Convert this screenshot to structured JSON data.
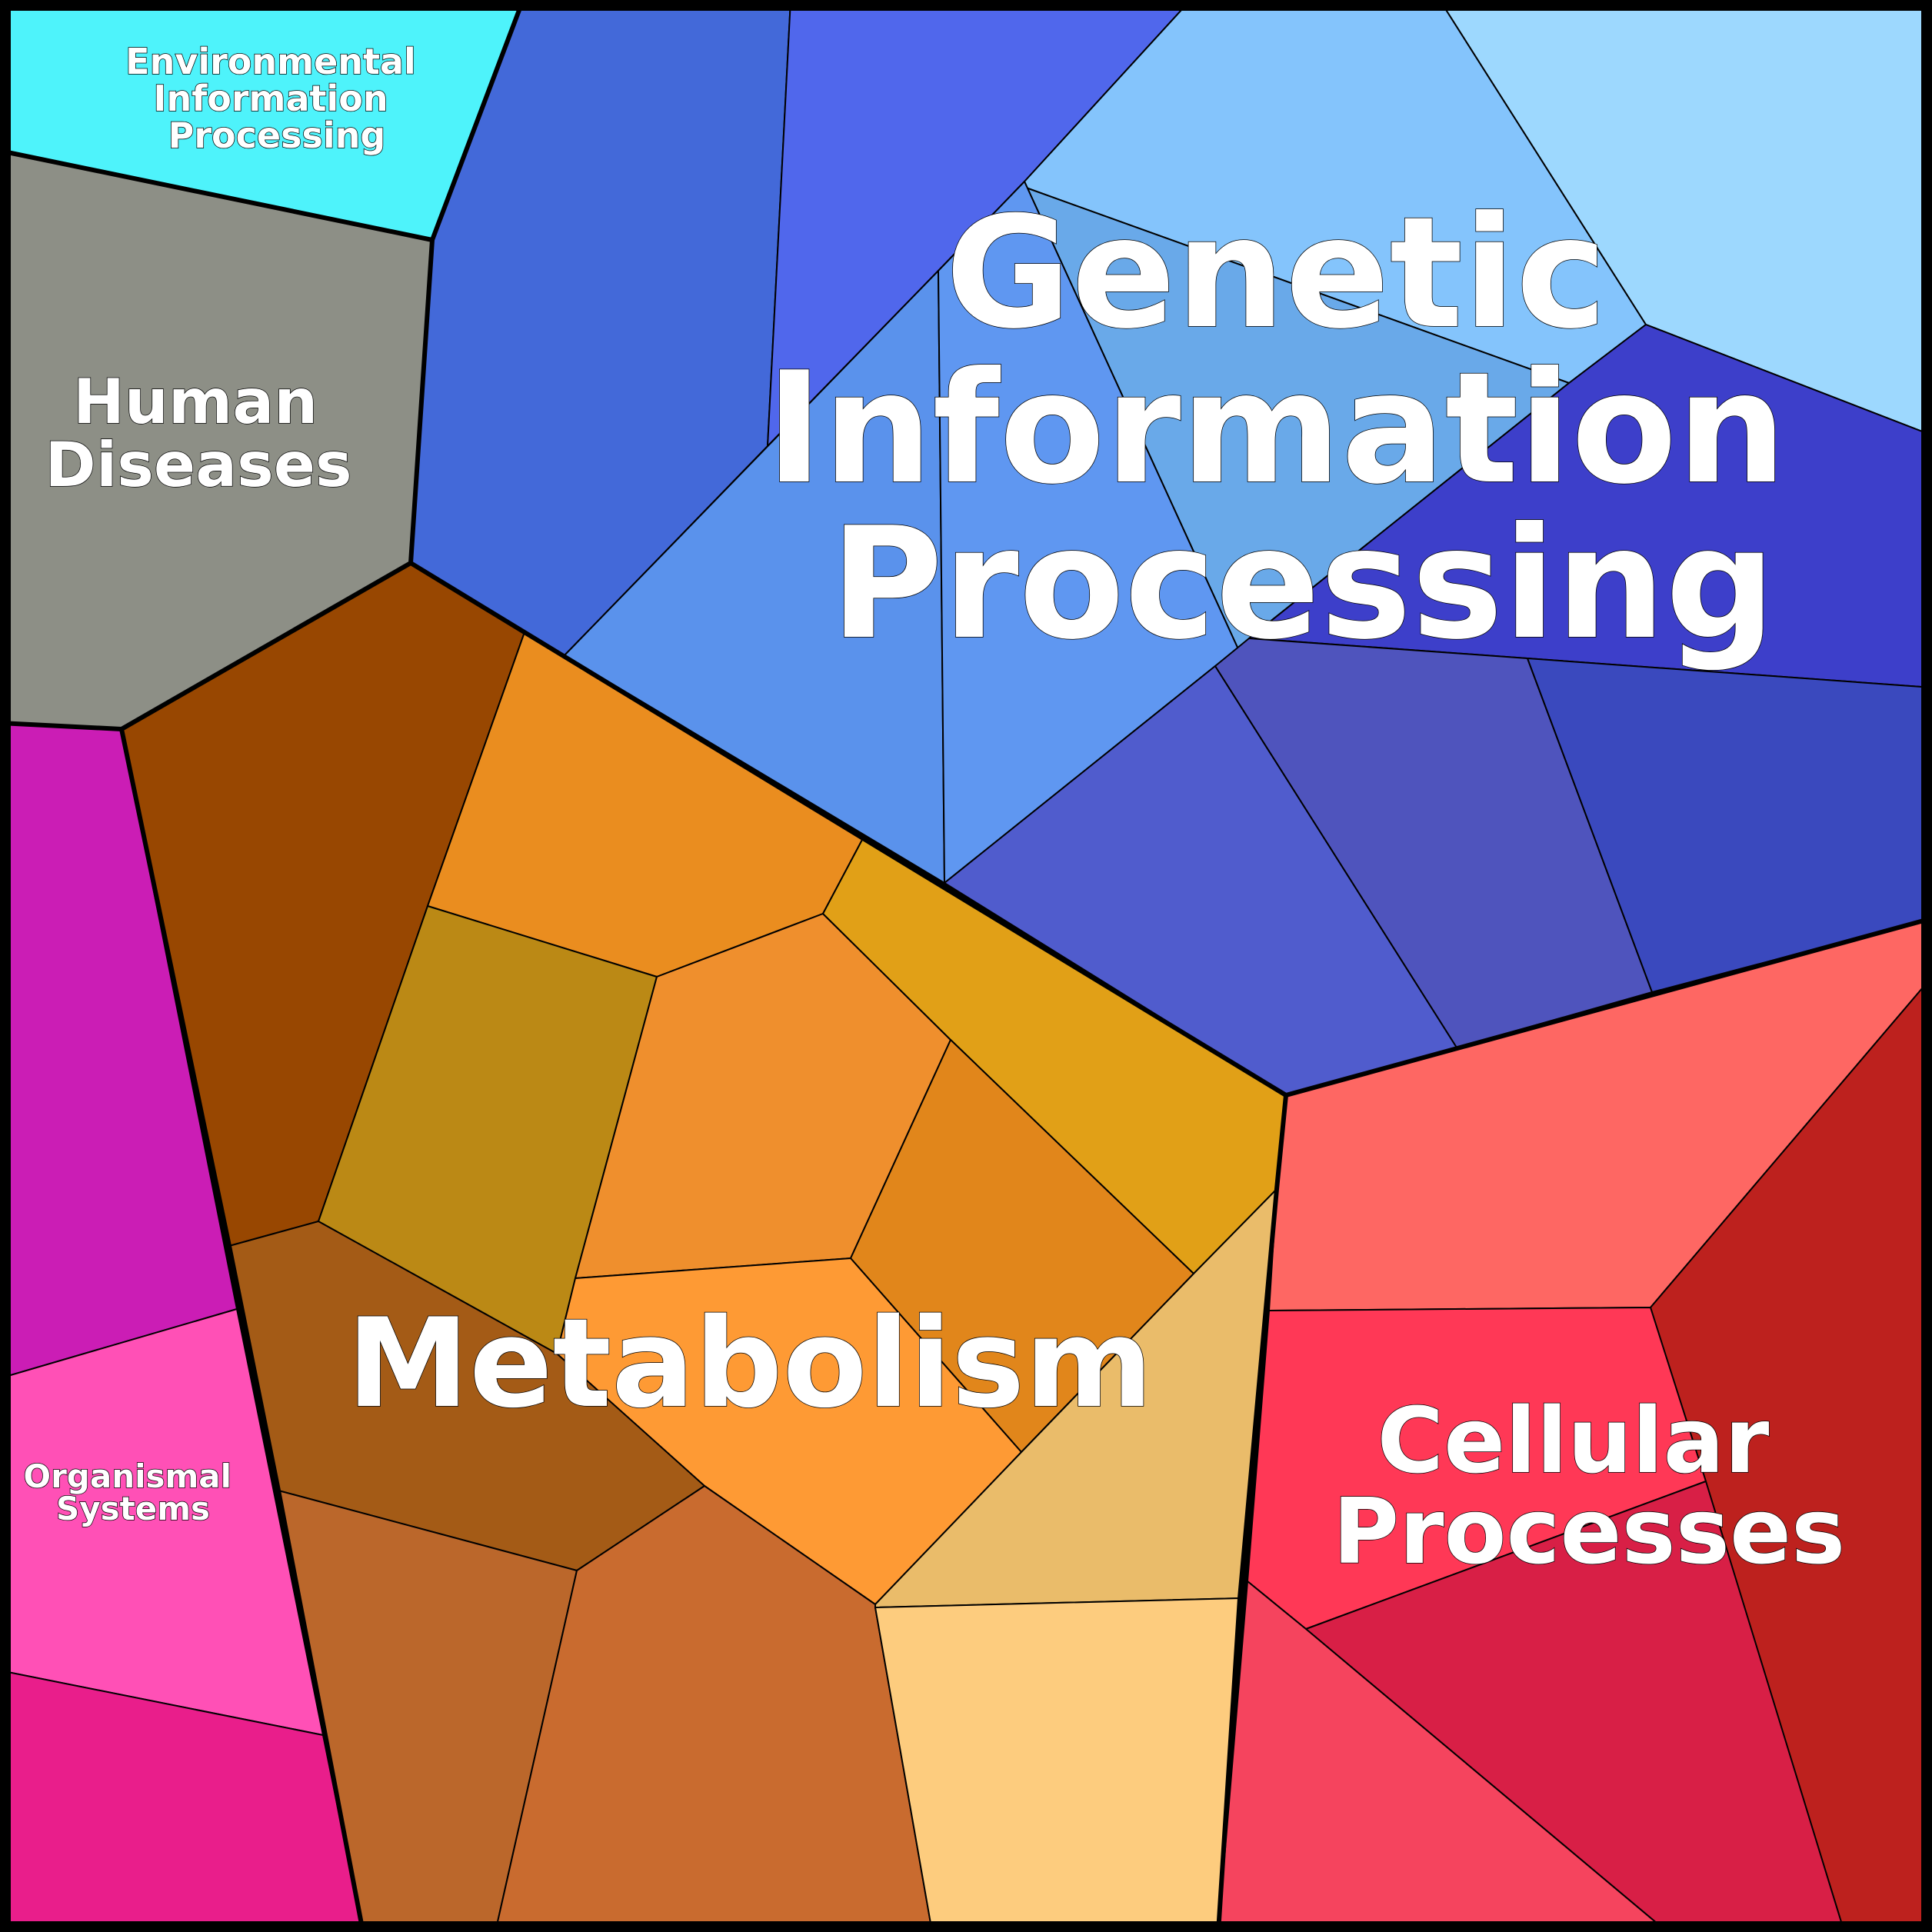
{
  "labels": {
    "environmental_information_processing": [
      "Environmental",
      "Information",
      "Processing"
    ],
    "human_diseases": [
      "Human",
      "Diseases"
    ],
    "genetic_information_processing": [
      "Genetic",
      "Information",
      "Processing"
    ],
    "metabolism": [
      "Metabolism"
    ],
    "organismal_systems": [
      "Organismal",
      "Systems"
    ],
    "cellular_processes": [
      "Cellular",
      "Processes"
    ]
  },
  "colors": {
    "environmental": "#4ef3fb",
    "human_diseases": "#8d8f86",
    "genetic": [
      "#4369d9",
      "#5067ec",
      "#84c4fc",
      "#9dd8fe",
      "#5a92ec",
      "#69a9e9",
      "#5f97f1",
      "#3d3fca",
      "#505ccd",
      "#4f54bd",
      "#3a49be"
    ],
    "metabolism": [
      "#984701",
      "#ea8d1f",
      "#bb8915",
      "#ef8f2d",
      "#e1a017",
      "#e1861b",
      "#fe9a34",
      "#a45b16",
      "#eabc6a",
      "#bb672b",
      "#c96b2f",
      "#fdcc7e"
    ],
    "organismal": [
      "#cb1db5",
      "#ff50b6",
      "#e91e8b"
    ],
    "cellular": [
      "#fe6763",
      "#bd211e",
      "#ff3856",
      "#d81f46",
      "#f5445e"
    ]
  }
}
